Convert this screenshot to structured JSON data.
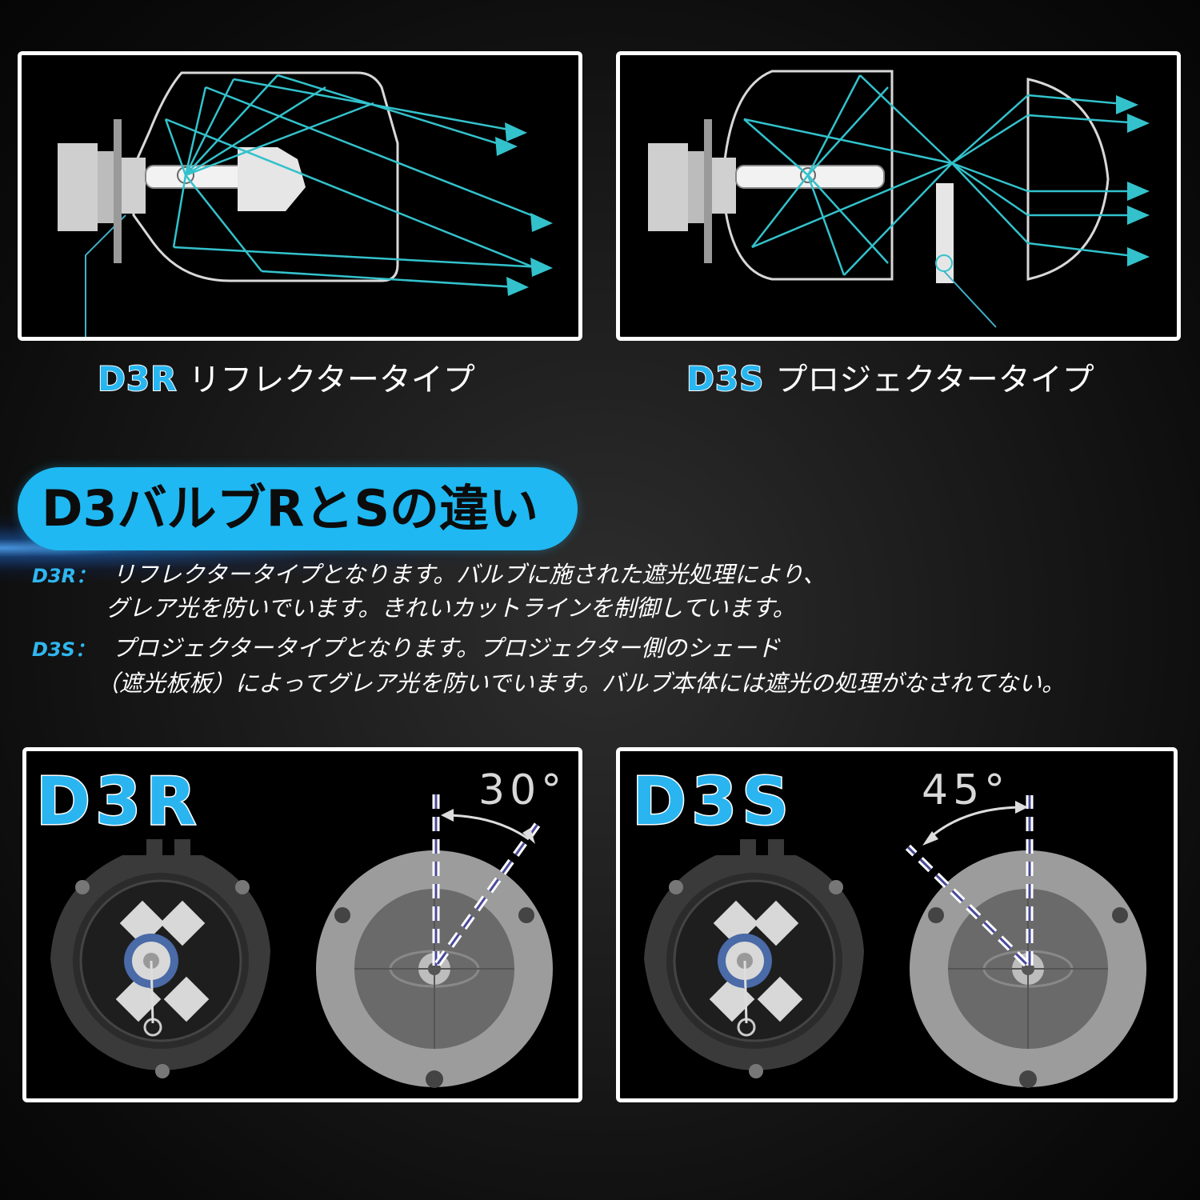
{
  "top_left": {
    "code": "D3R",
    "label": "リフレクタータイプ"
  },
  "top_right": {
    "code": "D3S",
    "label": "プロジェクタータイプ"
  },
  "heading": "D3バルブRとSの違い",
  "descriptions": [
    {
      "key": "D3R：",
      "line1": "リフレクタータイプとなります。バルブに施された遮光処理により、",
      "line2": "グレア光を防いでいます。きれいカットラインを制御しています。"
    },
    {
      "key": "D3S：",
      "line1": "プロジェクタータイプとなります。プロジェクター側のシェード",
      "line2": "（遮光板板）によってグレア光を防いでいます。バルブ本体には遮光の処理がなされてない。"
    }
  ],
  "bottom_left": {
    "code": "D3R",
    "angle": "30°"
  },
  "bottom_right": {
    "code": "D3S",
    "angle": "45°"
  },
  "colors": {
    "accent": "#1fb8f2",
    "ray": "#33c2cc"
  }
}
